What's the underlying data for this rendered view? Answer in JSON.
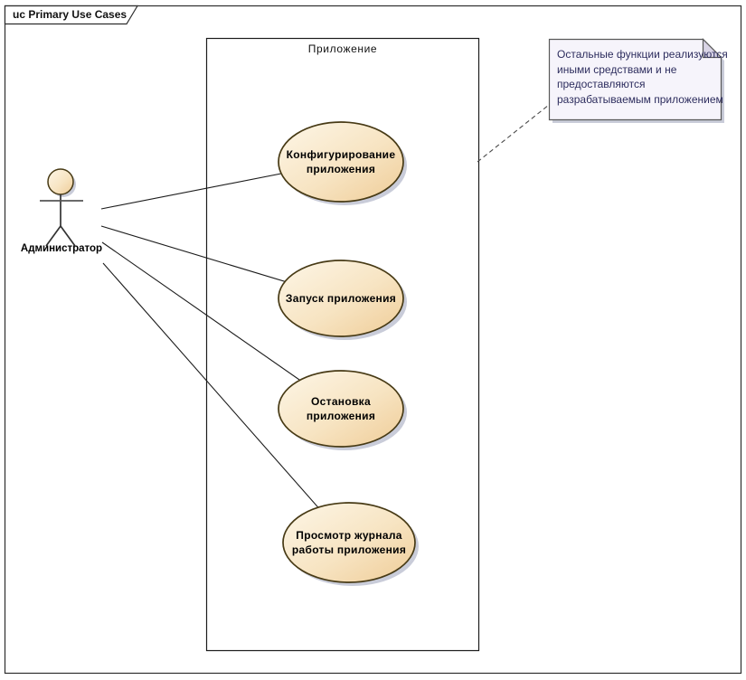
{
  "frame": {
    "title": "uc Primary Use Cases"
  },
  "system_boundary": {
    "label": "Приложение"
  },
  "actor": {
    "label": "Администратор"
  },
  "use_cases": [
    {
      "label": "Конфигурирование приложения",
      "lines": [
        "Конфигурирование",
        "приложения"
      ]
    },
    {
      "label": "Запуск приложения",
      "lines": [
        "Запуск приложения"
      ]
    },
    {
      "label": "Остановка приложения",
      "lines": [
        "Остановка",
        "приложения"
      ]
    },
    {
      "label": "Просмотр журнала работы приложения",
      "lines": [
        "Просмотр журнала",
        "работы приложения"
      ]
    }
  ],
  "note": {
    "text": "Остальные функции реализуются иными средствами и не предоставляются разрабатываемым приложением",
    "lines": [
      "Остальные функции реализуются",
      "иными средствами и не",
      "предоставляются",
      "разрабатываемым приложением"
    ]
  },
  "colors": {
    "use_case_fill_top": "#fdf6e7",
    "use_case_fill_bottom": "#efcc97",
    "use_case_border": "#473a15",
    "shadow": "#c9ccd9",
    "note_fill": "#f6f4fb",
    "note_fold": "#d9d4e6",
    "note_border": "#595959",
    "note_text_color": "#2d2d5e",
    "line_color": "#1c1c1c",
    "frame_border": "#2e2e2e"
  }
}
